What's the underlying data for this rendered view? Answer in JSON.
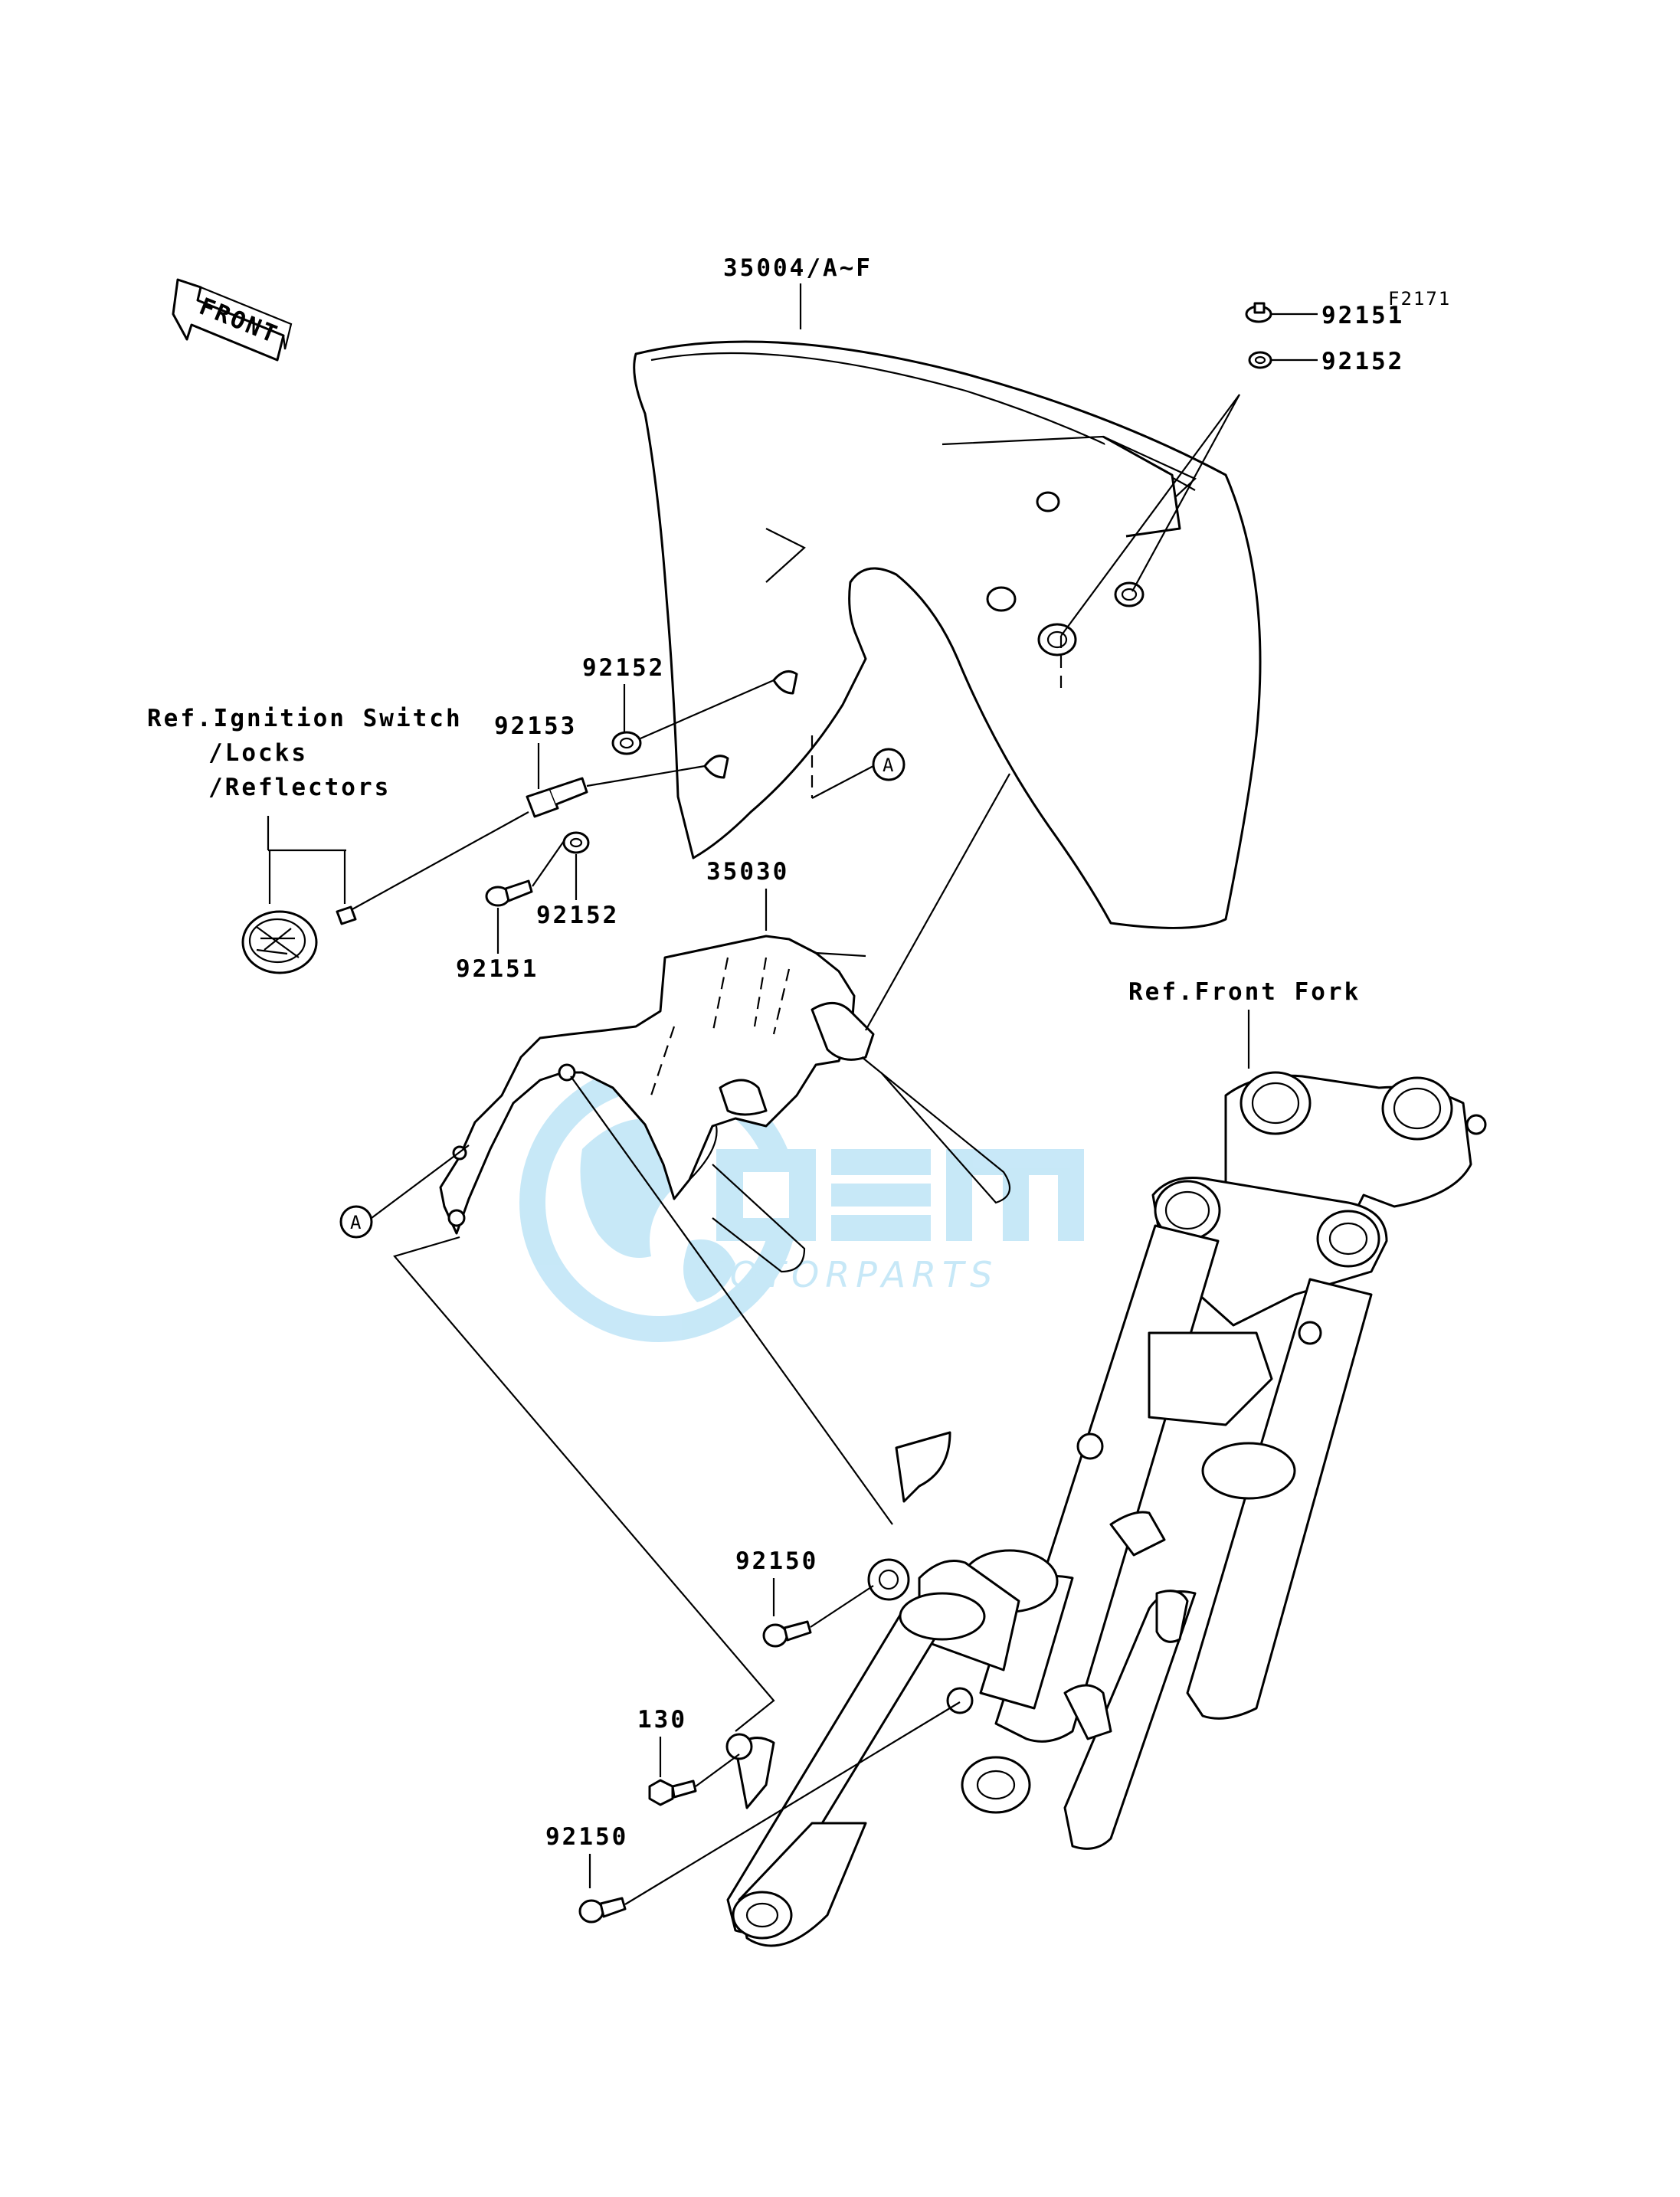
{
  "figure_code": "F2171",
  "front_arrow_label": "FRONT",
  "parts": {
    "fender": "35004/A~F",
    "bracket": "35030",
    "bolt_92151_top": "92151",
    "washer_92152_top": "92152",
    "washer_92152_left_upper": "92152",
    "stud_92153": "92153",
    "washer_92152_left_lower": "92152",
    "bolt_92151_left": "92151",
    "bolt_92150_upper": "92150",
    "bolt_130": "130",
    "bolt_92150_lower": "92150"
  },
  "references": {
    "ignition_line1": "Ref.Ignition Switch",
    "ignition_line2": "/Locks",
    "ignition_line3": "/Reflectors",
    "front_fork": "Ref.Front Fork"
  },
  "connectors": {
    "a_upper": "A",
    "a_lower": "A"
  },
  "watermark": {
    "brand": "OEM",
    "tagline": "MOTORPARTS",
    "color": "#38aee6"
  }
}
